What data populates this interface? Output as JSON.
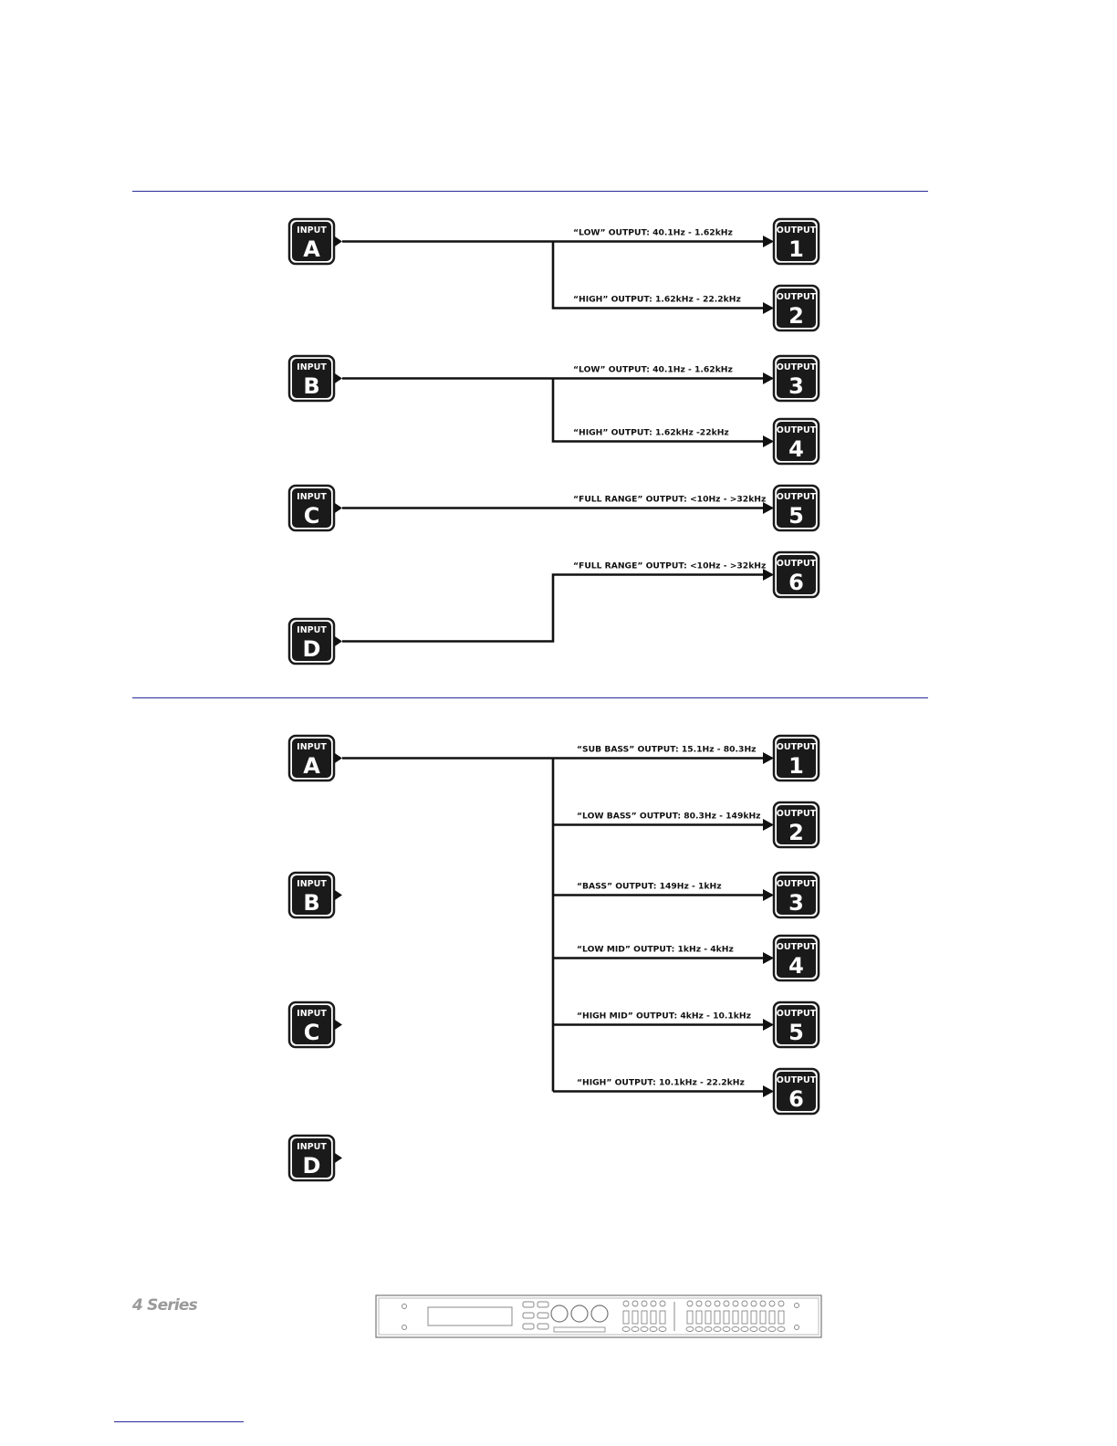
{
  "box_labels": {
    "input": "INPUT",
    "output": "OUTPUT"
  },
  "diagram1": {
    "inputs": [
      {
        "id": "A",
        "mode": "split"
      },
      {
        "id": "B",
        "mode": "split"
      },
      {
        "id": "C",
        "mode": "straight"
      },
      {
        "id": "D",
        "mode": "step"
      }
    ],
    "outputs": [
      {
        "num": "1",
        "label": "“LOW” OUTPUT:  40.1Hz - 1.62kHz"
      },
      {
        "num": "2",
        "label": "“HIGH” OUTPUT:  1.62kHz - 22.2kHz"
      },
      {
        "num": "3",
        "label": "“LOW” OUTPUT:  40.1Hz - 1.62kHz"
      },
      {
        "num": "4",
        "label": "“HIGH” OUTPUT:  1.62kHz -22kHz"
      },
      {
        "num": "5",
        "label": "“FULL RANGE” OUTPUT:  <10Hz - >32kHz"
      },
      {
        "num": "6",
        "label": "“FULL RANGE” OUTPUT:  <10Hz - >32kHz"
      }
    ]
  },
  "diagram2": {
    "inputs": [
      {
        "id": "A",
        "mode": "bus"
      },
      {
        "id": "B",
        "mode": "none"
      },
      {
        "id": "C",
        "mode": "none"
      },
      {
        "id": "D",
        "mode": "none"
      }
    ],
    "outputs": [
      {
        "num": "1",
        "label": "“SUB BASS” OUTPUT:  15.1Hz - 80.3Hz"
      },
      {
        "num": "2",
        "label": "“LOW BASS” OUTPUT:  80.3Hz - 149kHz"
      },
      {
        "num": "3",
        "label": "“BASS” OUTPUT:  149Hz - 1kHz"
      },
      {
        "num": "4",
        "label": "“LOW MID” OUTPUT:  1kHz - 4kHz"
      },
      {
        "num": "5",
        "label": "“HIGH MID” OUTPUT:  4kHz - 10.1kHz"
      },
      {
        "num": "6",
        "label": "“HIGH” OUTPUT:  10.1kHz - 22.2kHz"
      }
    ]
  },
  "footer": {
    "series": "4 Series"
  },
  "colors": {
    "rule": "#2b2b9a",
    "box": "#1a1a1a",
    "wire": "#111111",
    "footer_text": "#9a9a9a"
  }
}
